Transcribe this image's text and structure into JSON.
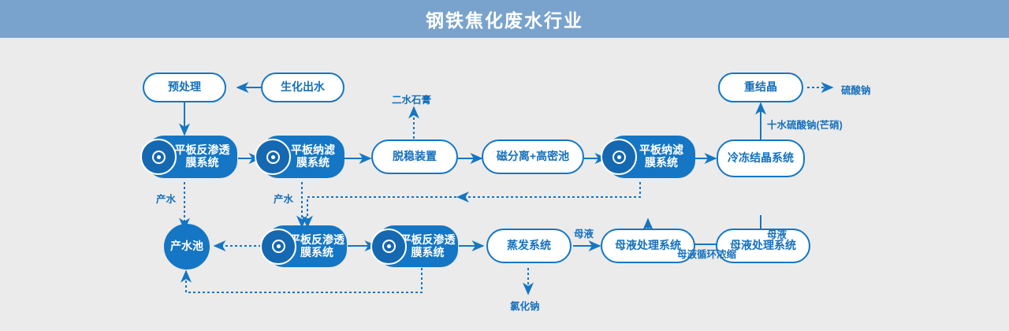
{
  "header": {
    "title": "钢铁焦化废水行业",
    "bg_color": "#79a3cd",
    "text_color": "#ffffff"
  },
  "theme": {
    "background": "#ebebeb",
    "accent": "#1476c4",
    "node_fill": "#1476c4",
    "node_outline_fill": "#ffffff",
    "text_on_fill": "#ffffff",
    "text_on_outline": "#1570bd",
    "edge_color": "#1476c4"
  },
  "icons": {
    "membrane_disc": "target-disc-icon"
  },
  "nodes": {
    "pretreatment": "预处理",
    "bio_effluent": "生化出水",
    "ro_1": "平板反渗透\n膜系统",
    "nf_1": "平板纳滤\n膜系统",
    "destabilizer": "脱稳装置",
    "magnetic_separation": "磁分离+高密池",
    "nf_2": "平板纳滤\n膜系统",
    "freeze_crystallization": "冷冻结晶系统",
    "recrystallization": "重结晶",
    "product_water_pool": "产水池",
    "ro_2": "平板反渗透\n膜系统",
    "ro_3": "平板反渗透\n膜系统",
    "evaporation": "蒸发系统",
    "mother_liquor_treatment_1": "母液处理系统",
    "mother_liquor_treatment_2": "母液处理系统"
  },
  "edge_labels": {
    "gypsum": "二水石膏",
    "sodium_sulfate": "硫酸钠",
    "glauber_salt": "十水硫酸钠(芒硝)",
    "product_water_1": "产水",
    "product_water_2": "产水",
    "mother_liquor_recycle": "母液循环浓缩",
    "mother_liquor_right": "母液",
    "mother_liquor_evap": "母液",
    "sodium_chloride": "氯化钠"
  },
  "chart_data": {
    "type": "diagram",
    "title": "钢铁焦化废水行业",
    "flow": [
      {
        "from": "生化出水",
        "to": "预处理",
        "style": "solid"
      },
      {
        "from": "预处理",
        "to": "平板反渗透膜系统",
        "style": "solid"
      },
      {
        "from": "平板反渗透膜系统",
        "to": "平板纳滤膜系统",
        "style": "solid"
      },
      {
        "from": "平板纳滤膜系统",
        "to": "脱稳装置",
        "style": "solid"
      },
      {
        "from": "脱稳装置",
        "to": "二水石膏",
        "style": "dotted"
      },
      {
        "from": "脱稳装置",
        "to": "磁分离+高密池",
        "style": "solid"
      },
      {
        "from": "磁分离+高密池",
        "to": "平板纳滤膜系统(2)",
        "style": "solid"
      },
      {
        "from": "平板纳滤膜系统(2)",
        "to": "冷冻结晶系统",
        "style": "solid"
      },
      {
        "from": "冷冻结晶系统",
        "to": "重结晶",
        "style": "solid",
        "label": "十水硫酸钠(芒硝)"
      },
      {
        "from": "重结晶",
        "to": "硫酸钠",
        "style": "dotted"
      },
      {
        "from": "冷冻结晶系统",
        "to": "母液处理系统(2)",
        "style": "solid",
        "label": "母液"
      },
      {
        "from": "冷冻结晶系统",
        "to": "平板纳滤膜系统(2)",
        "style": "solid",
        "label": "母液循环浓缩"
      },
      {
        "from": "平板反渗透膜系统",
        "to": "产水池",
        "style": "dotted",
        "label": "产水"
      },
      {
        "from": "平板纳滤膜系统",
        "to": "平板反渗透膜系统(2)",
        "style": "dotted",
        "label": "产水"
      },
      {
        "from": "平板纳滤膜系统(2)",
        "to": "平板反渗透膜系统(2)",
        "style": "dotted"
      },
      {
        "from": "平板反渗透膜系统(2)",
        "to": "产水池",
        "style": "dotted"
      },
      {
        "from": "平板反渗透膜系统(2)",
        "to": "平板反渗透膜系统(3)",
        "style": "solid"
      },
      {
        "from": "平板反渗透膜系统(3)",
        "to": "产水池",
        "style": "dotted"
      },
      {
        "from": "平板反渗透膜系统(3)",
        "to": "蒸发系统",
        "style": "solid"
      },
      {
        "from": "蒸发系统",
        "to": "氯化钠",
        "style": "dotted"
      },
      {
        "from": "蒸发系统",
        "to": "母液处理系统",
        "style": "solid",
        "label": "母液"
      }
    ]
  }
}
